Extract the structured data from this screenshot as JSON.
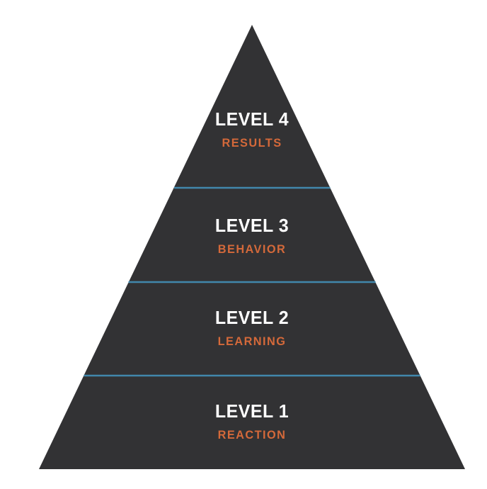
{
  "diagram": {
    "type": "pyramid",
    "description": "Four-level training evaluation pyramid",
    "levels": [
      {
        "level_label": "LEVEL 4",
        "name_label": "RESULTS"
      },
      {
        "level_label": "LEVEL 3",
        "name_label": "BEHAVIOR"
      },
      {
        "level_label": "LEVEL 2",
        "name_label": "LEARNING"
      },
      {
        "level_label": "LEVEL 1",
        "name_label": "REACTION"
      }
    ]
  },
  "colors": {
    "background": "#ffffff",
    "pyramid_fill": "#323234",
    "level_text": "#ffffff",
    "sublevel_text": "#d4693a",
    "divider": "#4187ac"
  }
}
